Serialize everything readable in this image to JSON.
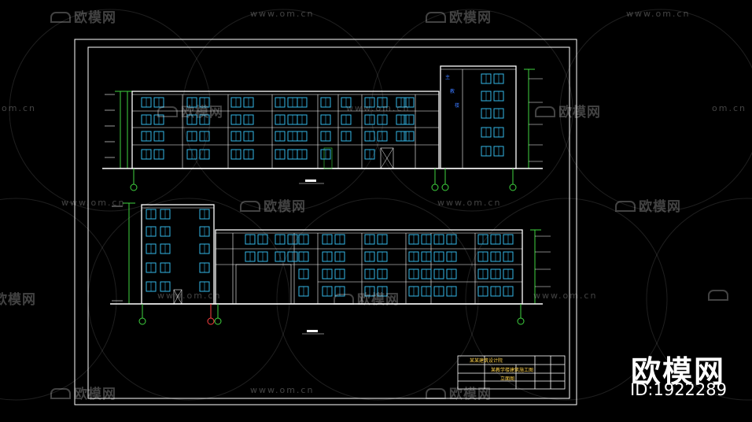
{
  "watermark": {
    "logo_text": "欧模网",
    "url_text": "www.om.cn",
    "url_text_short": "om.cn"
  },
  "brand": {
    "name": "欧模网",
    "id_label": "ID:1922289"
  },
  "drawing": {
    "tower_sign": "主  楼  梯",
    "title_block": {
      "school": "某某建筑设计院",
      "project": "某教学楼建筑施工图",
      "sheet": "立面图"
    },
    "colors": {
      "outline": "#ffffff",
      "window": "#34b7e8",
      "dimension": "#3fd43f",
      "axis_marker": "#ff4040",
      "sign": "#3a78ff"
    }
  }
}
